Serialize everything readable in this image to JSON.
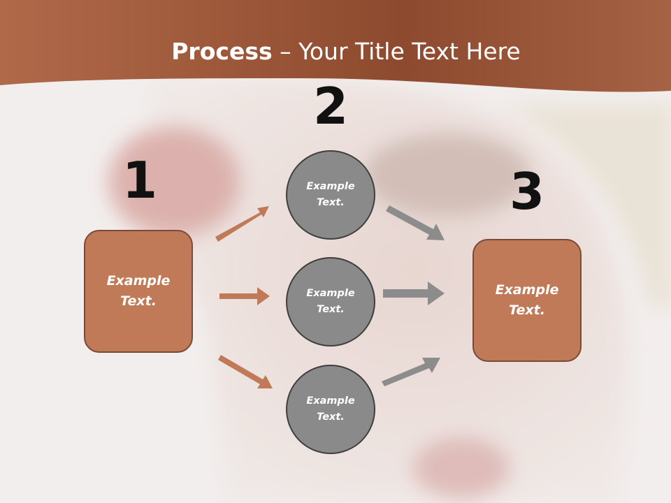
{
  "title": {
    "bold": "Process",
    "rest": " – Your Title Text Here"
  },
  "steps": {
    "one": "1",
    "two": "2",
    "three": "3"
  },
  "boxes": {
    "left": "Example Text.",
    "right": "Example Text."
  },
  "circles": {
    "top": "Example Text.",
    "middle": "Example Text.",
    "bottom": "Example Text."
  },
  "colors": {
    "accent": "#c07a58",
    "header": "#8e4a2e",
    "circle": "#8a8a8a",
    "arrow_gray": "#888888"
  }
}
